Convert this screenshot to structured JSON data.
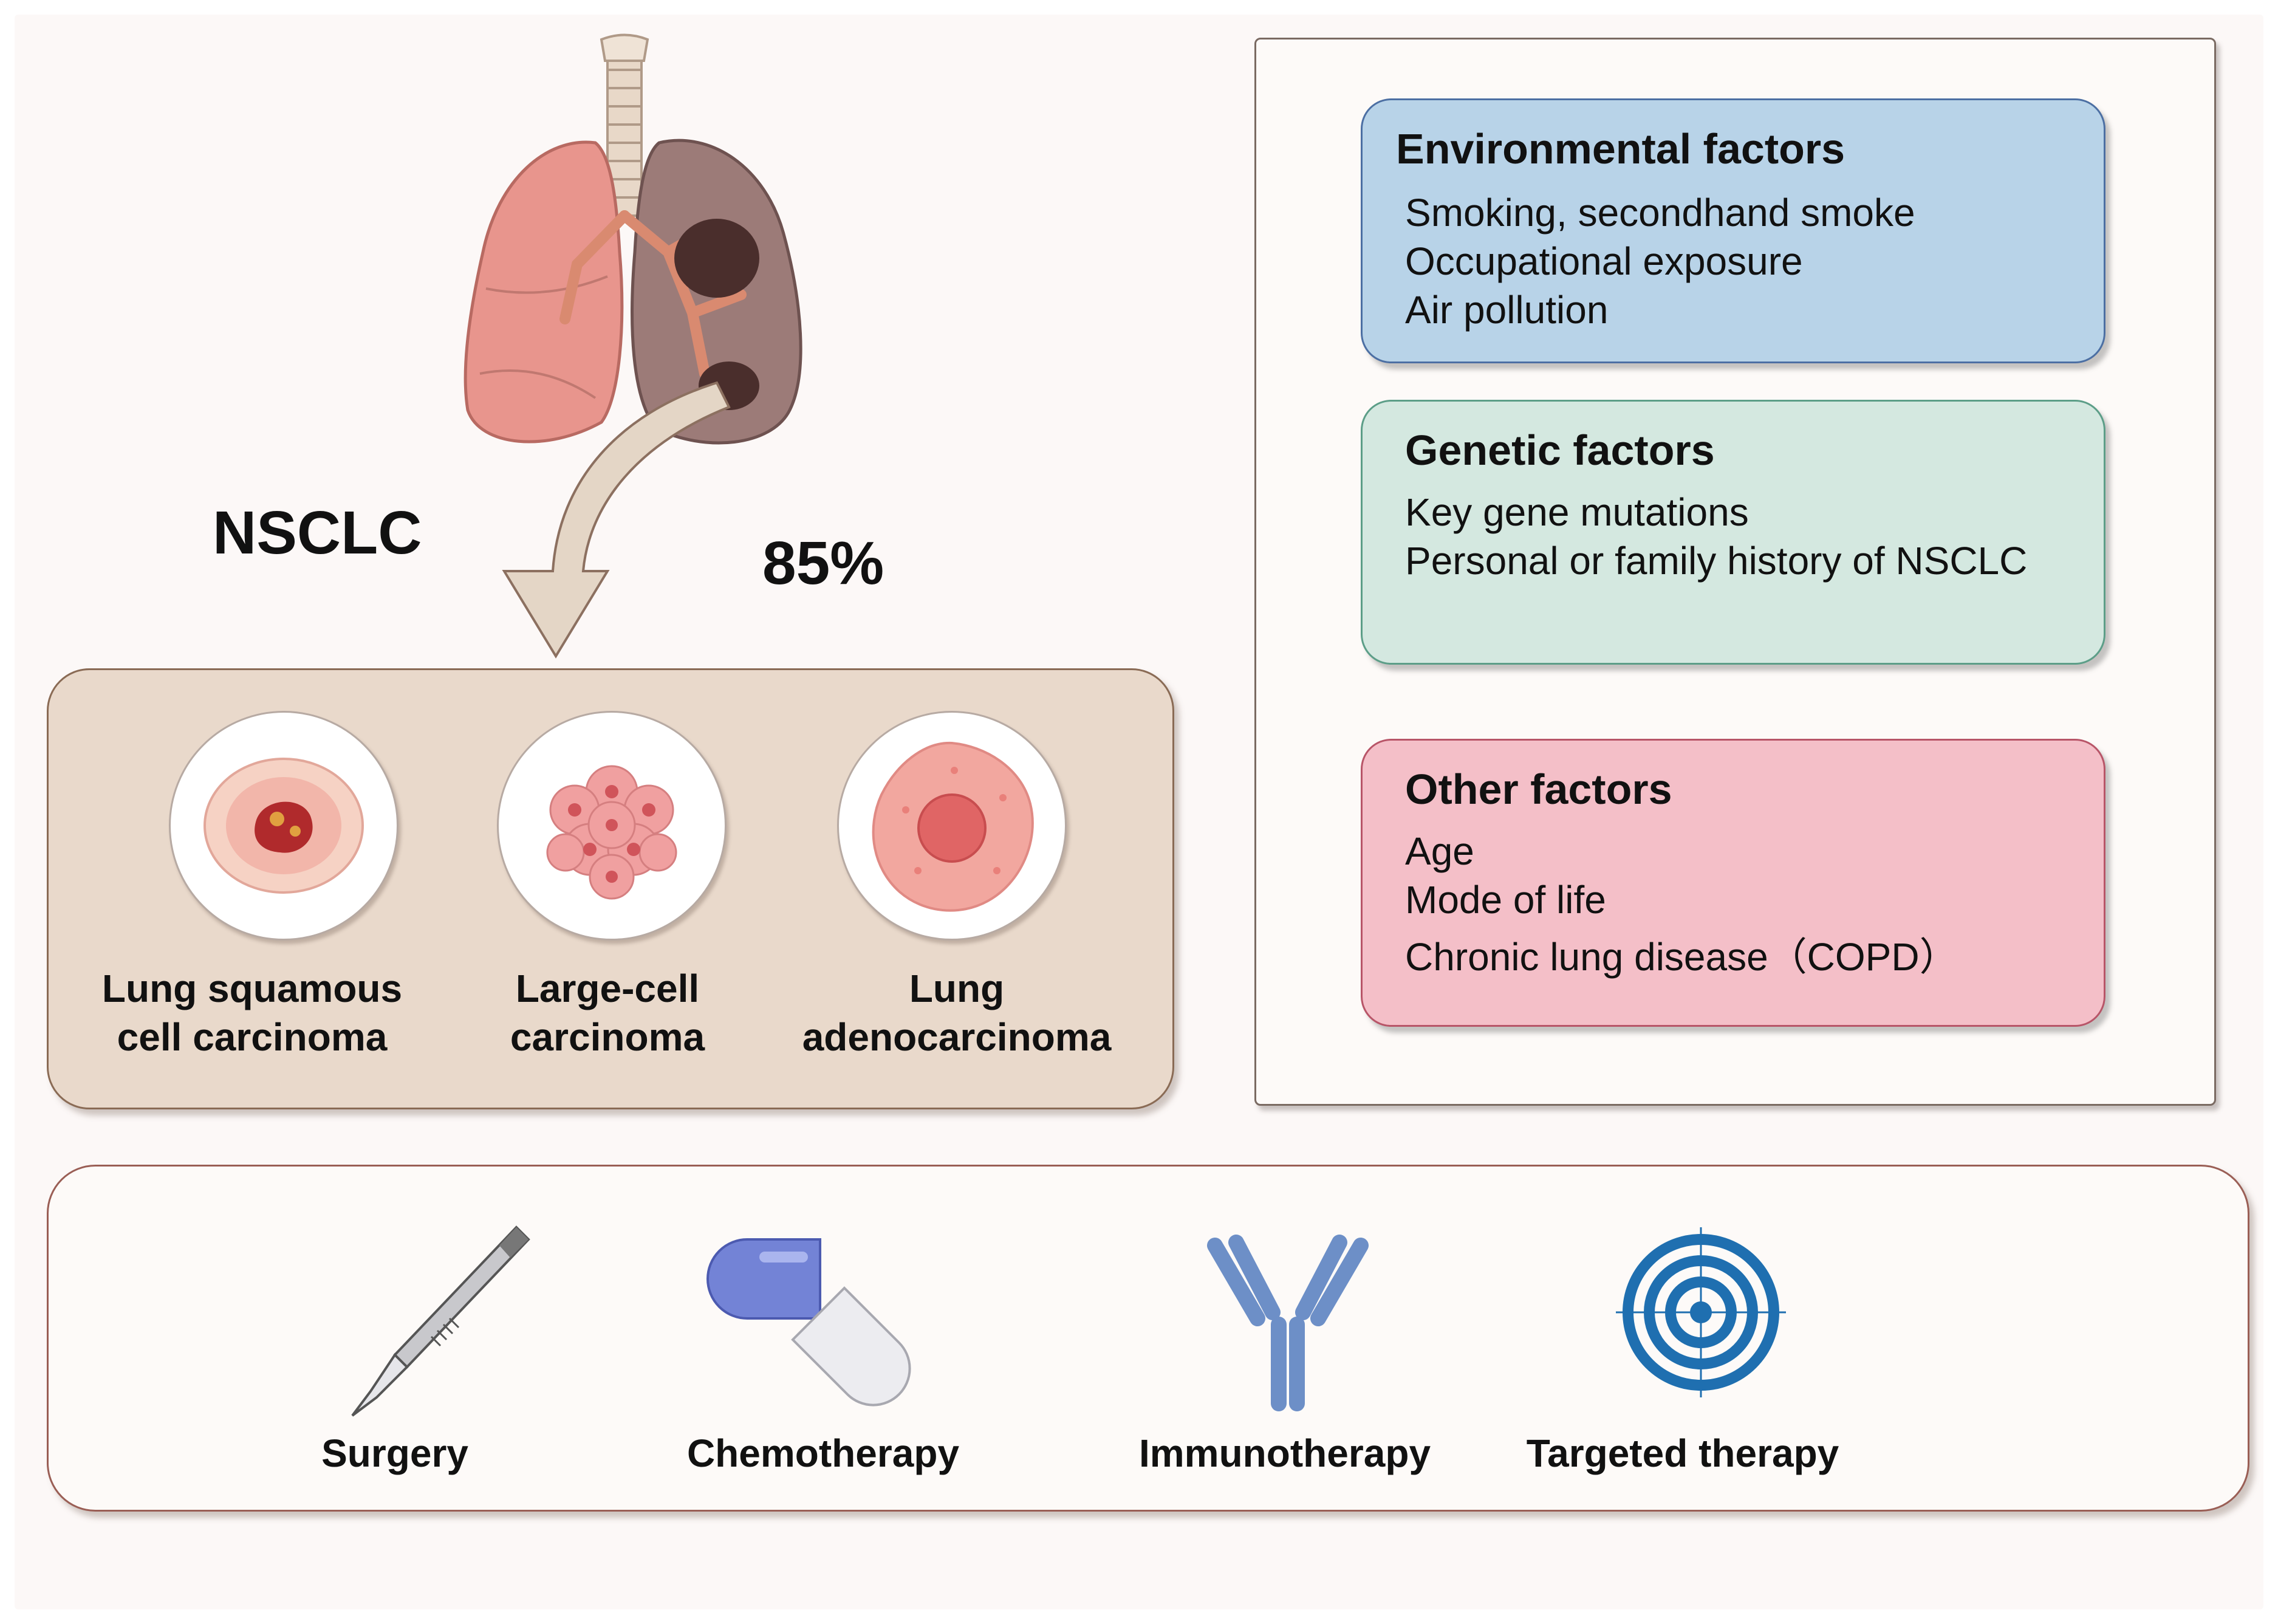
{
  "headline": {
    "name": "NSCLC",
    "percent": "85%"
  },
  "subtypes": [
    {
      "line1": "Lung squamous",
      "line2": "cell carcinoma"
    },
    {
      "line1": "Large-cell",
      "line2": "carcinoma"
    },
    {
      "line1": "Lung",
      "line2": "adenocarcinoma"
    }
  ],
  "factors": {
    "environmental": {
      "title": "Environmental factors",
      "items": [
        "Smoking, secondhand smoke",
        "Occupational exposure",
        "Air pollution"
      ]
    },
    "genetic": {
      "title": "Genetic factors",
      "items": [
        "Key gene mutations",
        "Personal or family history of NSCLC"
      ]
    },
    "other": {
      "title": "Other factors",
      "items": [
        "Age",
        "Mode of life",
        "Chronic lung disease（COPD）"
      ]
    }
  },
  "treatments": [
    "Surgery",
    "Chemotherapy",
    "Immunotherapy",
    "Targeted therapy"
  ],
  "colors": {
    "environmental_fill": "#b8d3e8",
    "genetic_fill": "#d4e8e0",
    "other_fill": "#f4bfc8",
    "subtype_panel_fill": "#e9d9cb",
    "antibody": "#6d8fc7",
    "target": "#1f6fb0"
  },
  "icons": [
    "lung-icon",
    "arrow-down-icon",
    "squamous-cell-icon",
    "large-cell-icon",
    "adenocarcinoma-cell-icon",
    "scalpel-icon",
    "capsule-icon",
    "antibody-icon",
    "target-icon"
  ]
}
